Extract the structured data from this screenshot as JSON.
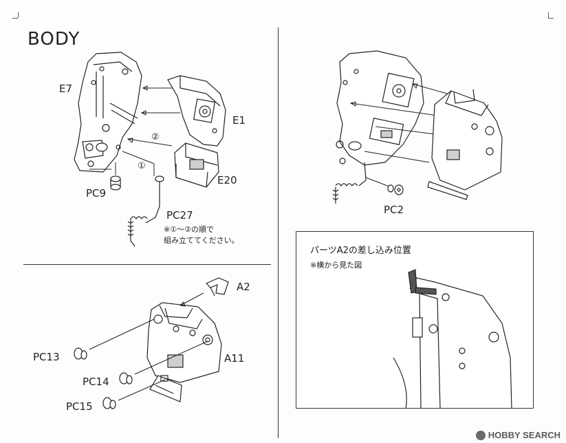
{
  "section_title": "BODY",
  "part_labels": {
    "e7": "E7",
    "e1": "E1",
    "e20": "E20",
    "pc9": "PC9",
    "pc27": "PC27",
    "pc2": "PC2",
    "a2": "A2",
    "a11": "A11",
    "pc13": "PC13",
    "pc14": "PC14",
    "pc15": "PC15"
  },
  "step_markers": {
    "step1": "①",
    "step2": "②"
  },
  "assembly_note": {
    "line1": "※①～②の順で",
    "line2": "組み立ててください。"
  },
  "inset": {
    "title": "パーツA2の差し込み位置",
    "note": "※横から見た図"
  },
  "watermark": {
    "text": "HOBBY SEARCH"
  },
  "colors": {
    "line": "#222222",
    "paper": "#fdfdfd",
    "watermark": "#5a5a5a"
  }
}
